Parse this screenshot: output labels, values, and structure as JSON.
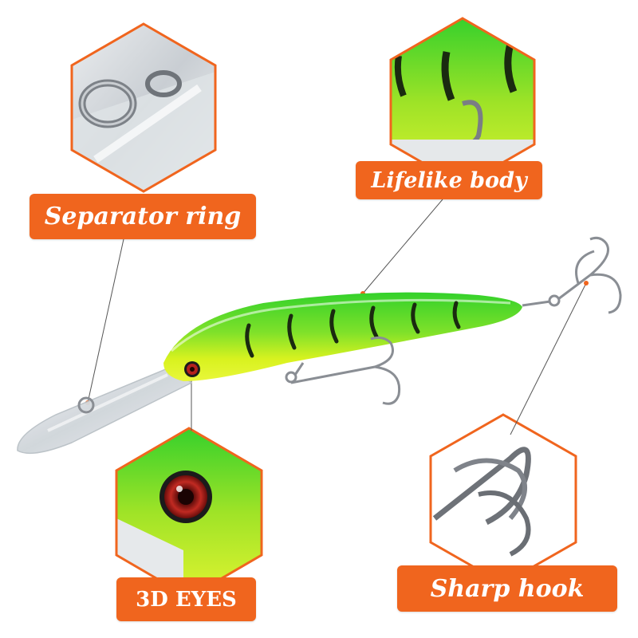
{
  "labels": {
    "separator_ring": "Separator ring",
    "lifelike_body": "Lifelike body",
    "eyes": "3D EYES",
    "sharp_hook": "Sharp hook"
  },
  "colors": {
    "label_bg": "#f0651e",
    "hex_border": "#f0651e",
    "lure_green": "#39d62a",
    "lure_yellow": "#d9f21f",
    "stripe": "#1a2a10",
    "eye_red": "#b3201c",
    "metal": "#8a8e94"
  }
}
